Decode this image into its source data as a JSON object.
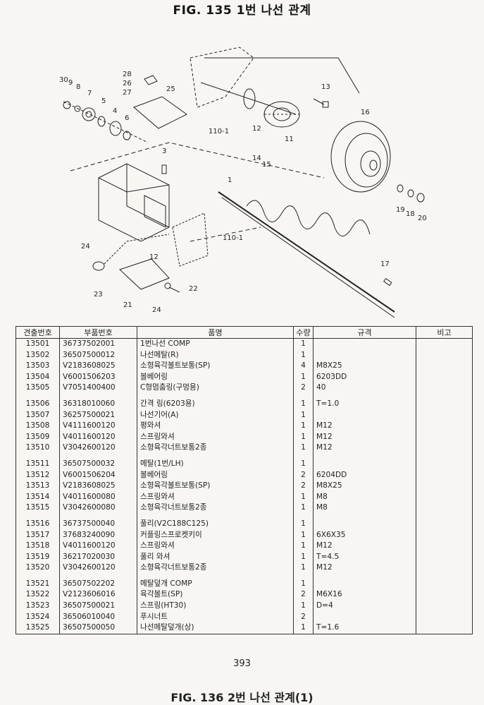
{
  "title": "FIG. 135 1번 나선 관계",
  "diagram_callouts": [
    "30",
    "9",
    "8",
    "7",
    "5",
    "4",
    "6",
    "28",
    "26",
    "27",
    "25",
    "3",
    "24",
    "23",
    "21",
    "24",
    "22",
    "12",
    "1",
    "110-1",
    "110-1",
    "12",
    "11",
    "14",
    "15",
    "13",
    "16",
    "19",
    "18",
    "20",
    "17"
  ],
  "table": {
    "headers": [
      "견출번호",
      "부품번호",
      "품명",
      "수량",
      "규격",
      "비고"
    ],
    "groups": [
      [
        {
          "ref": "13501",
          "part_no": "36737502001",
          "name": "1번나선 COMP",
          "qty": "1",
          "spec": "",
          "remark": ""
        },
        {
          "ref": "13502",
          "part_no": "36507500012",
          "name": "나선메탈(R)",
          "qty": "1",
          "spec": "",
          "remark": ""
        },
        {
          "ref": "13503",
          "part_no": "V2183608025",
          "name": "소형육각볼트보통(SP)",
          "qty": "4",
          "spec": "M8X25",
          "remark": ""
        },
        {
          "ref": "13504",
          "part_no": "V6001506203",
          "name": "볼베어링",
          "qty": "1",
          "spec": "6203DD",
          "remark": ""
        },
        {
          "ref": "13505",
          "part_no": "V7051400400",
          "name": "C형멈춤링(구멍용)",
          "qty": "2",
          "spec": "40",
          "remark": ""
        }
      ],
      [
        {
          "ref": "13506",
          "part_no": "36318010060",
          "name": "간격 링(6203용)",
          "qty": "1",
          "spec": "T=1.0",
          "remark": ""
        },
        {
          "ref": "13507",
          "part_no": "36257500021",
          "name": "나선기어(A)",
          "qty": "1",
          "spec": "",
          "remark": ""
        },
        {
          "ref": "13508",
          "part_no": "V4111600120",
          "name": "평와셔",
          "qty": "1",
          "spec": "M12",
          "remark": ""
        },
        {
          "ref": "13509",
          "part_no": "V4011600120",
          "name": "스프링와셔",
          "qty": "1",
          "spec": "M12",
          "remark": ""
        },
        {
          "ref": "13510",
          "part_no": "V3042600120",
          "name": "소형육각너트보통2종",
          "qty": "1",
          "spec": "M12",
          "remark": ""
        }
      ],
      [
        {
          "ref": "13511",
          "part_no": "36507500032",
          "name": "메탈(1번/LH)",
          "qty": "1",
          "spec": "",
          "remark": ""
        },
        {
          "ref": "13512",
          "part_no": "V6001506204",
          "name": "볼베어링",
          "qty": "2",
          "spec": "6204DD",
          "remark": ""
        },
        {
          "ref": "13513",
          "part_no": "V2183608025",
          "name": "소형육각볼트보통(SP)",
          "qty": "2",
          "spec": "M8X25",
          "remark": ""
        },
        {
          "ref": "13514",
          "part_no": "V4011600080",
          "name": "스프링와셔",
          "qty": "1",
          "spec": "M8",
          "remark": ""
        },
        {
          "ref": "13515",
          "part_no": "V3042600080",
          "name": "소형육각너트보통2종",
          "qty": "1",
          "spec": "M8",
          "remark": ""
        }
      ],
      [
        {
          "ref": "13516",
          "part_no": "36737500040",
          "name": "풀리(V2C188C125)",
          "qty": "1",
          "spec": "",
          "remark": ""
        },
        {
          "ref": "13517",
          "part_no": "37683240090",
          "name": "커플링스프로켓키이",
          "qty": "1",
          "spec": "6X6X35",
          "remark": ""
        },
        {
          "ref": "13518",
          "part_no": "V4011600120",
          "name": "스프링와셔",
          "qty": "1",
          "spec": "M12",
          "remark": ""
        },
        {
          "ref": "13519",
          "part_no": "36217020030",
          "name": "풀리 와셔",
          "qty": "1",
          "spec": "T=4.5",
          "remark": ""
        },
        {
          "ref": "13520",
          "part_no": "V3042600120",
          "name": "소형육각너트보통2종",
          "qty": "1",
          "spec": "M12",
          "remark": ""
        }
      ],
      [
        {
          "ref": "13521",
          "part_no": "36507502202",
          "name": "메탈덮개 COMP",
          "qty": "1",
          "spec": "",
          "remark": ""
        },
        {
          "ref": "13522",
          "part_no": "V2123606016",
          "name": "육각볼트(SP)",
          "qty": "2",
          "spec": "M6X16",
          "remark": ""
        },
        {
          "ref": "13523",
          "part_no": "36507500021",
          "name": "스프링(HT30)",
          "qty": "1",
          "spec": "D=4",
          "remark": ""
        },
        {
          "ref": "13524",
          "part_no": "36506010040",
          "name": "푸시너트",
          "qty": "2",
          "spec": "",
          "remark": ""
        },
        {
          "ref": "13525",
          "part_no": "36507500050",
          "name": "나선메탈덮개(상)",
          "qty": "1",
          "spec": "T=1.6",
          "remark": ""
        }
      ]
    ]
  },
  "page_number": "393",
  "next_figure_title": "FIG. 136 2번 나선 관계(1)"
}
